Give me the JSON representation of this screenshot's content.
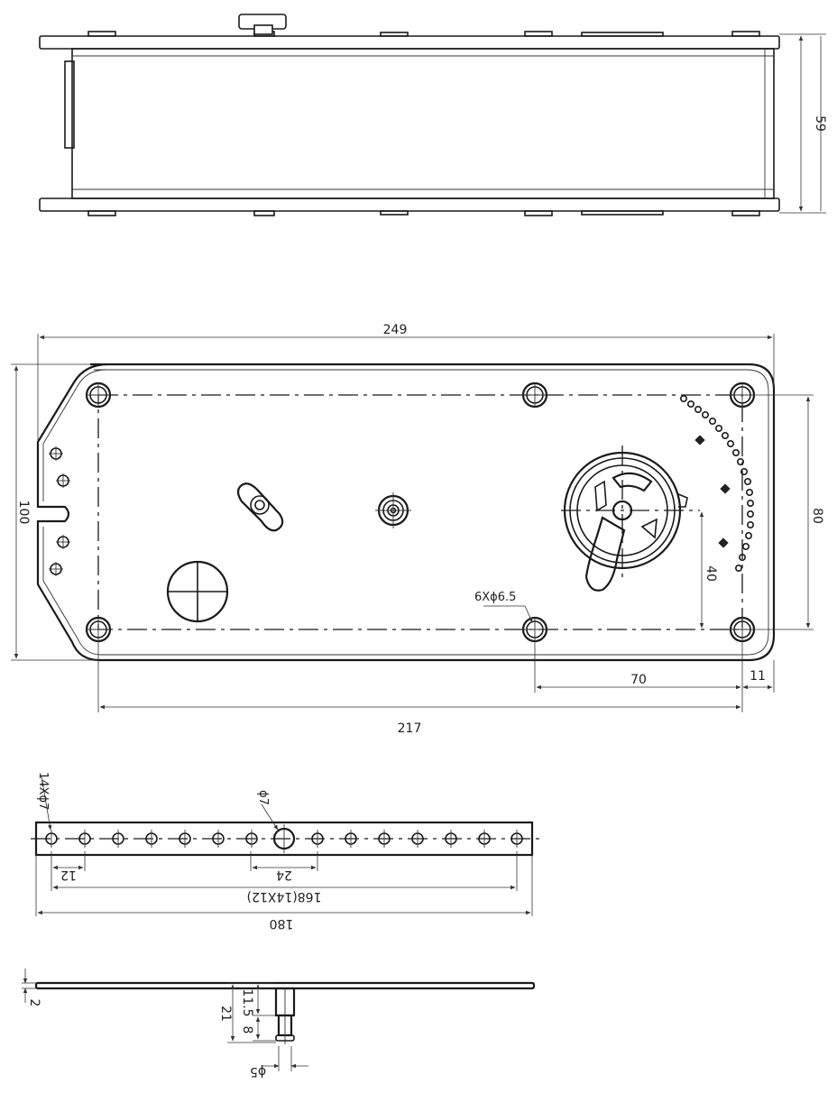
{
  "dimensions": {
    "side_height": "59",
    "overall_length": "249",
    "overall_width": "100",
    "hole_span_vertical": "80",
    "shaft_offset": "40",
    "hole_to_shaft": "70",
    "shaft_to_edge": "11",
    "hole_span_horizontal": "217",
    "hole_note": "6Xϕ6.5",
    "rail_holes": "14Xϕ7",
    "rail_center_hole": "ϕ7",
    "rail_pitch": "12",
    "rail_center_gap": "24",
    "rail_hole_span": "168(14X12)",
    "rail_length": "180",
    "pin_plate_thickness": "2",
    "pin_total": "21",
    "pin_upper": "11.5",
    "pin_lower": "8",
    "pin_diameter": "ϕ5"
  }
}
